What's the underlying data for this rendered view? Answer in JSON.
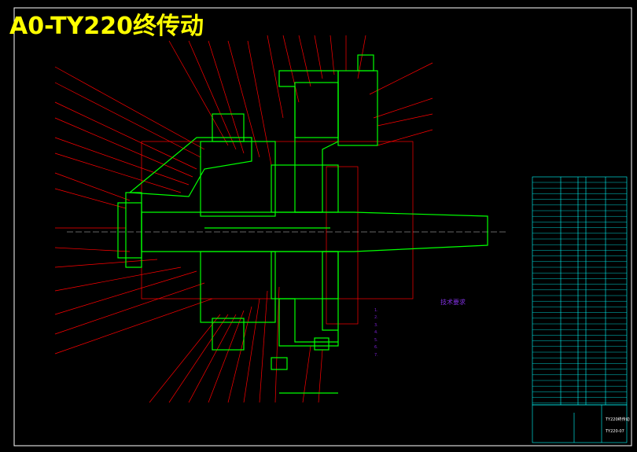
{
  "drawing": {
    "title": "A0-TY220终传动",
    "technical_requirements": {
      "heading": "技术要求",
      "items": [
        "1.",
        "2.",
        "3.",
        "4.",
        "5.",
        "6.",
        "7."
      ]
    },
    "title_block": {
      "drawing_name": "TY220终传动",
      "drawing_number": "TY220-07"
    },
    "colors": {
      "background": "#000000",
      "frame": "#ffffff",
      "title": "#ffff00",
      "outline": "#00ff00",
      "leaders": "#ff0000",
      "table": "#00ffff",
      "notes": "#7a1fd0"
    }
  }
}
